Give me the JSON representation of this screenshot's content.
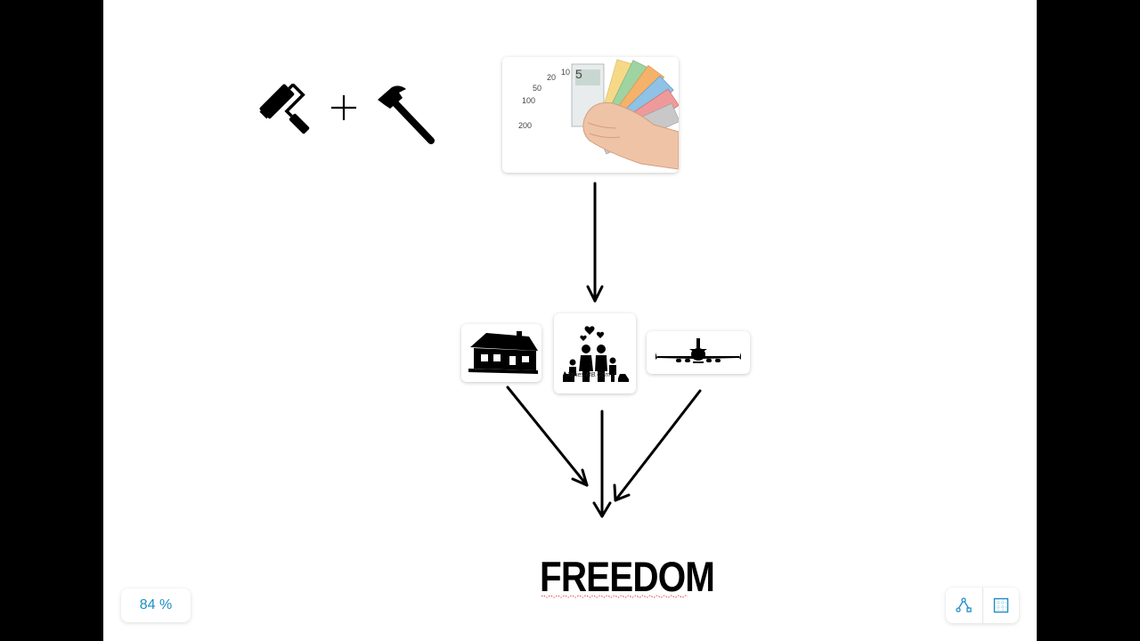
{
  "canvas": {
    "background": "#ffffff",
    "title": "FREEDOM"
  },
  "icons": {
    "tools": [
      "paint-roller-icon",
      "plus-icon",
      "hammer-icon"
    ],
    "money": "euro-banknotes-in-hand",
    "goals": [
      "house-icon",
      "family-icon",
      "airplane-icon"
    ]
  },
  "banknotes": [
    "200",
    "100",
    "50",
    "20",
    "10",
    "5"
  ],
  "family_watermark": "Josies MB.Com",
  "zoom": {
    "level": "84 %",
    "accent": "#1c8fc4"
  },
  "toolbar": {
    "buttons": [
      "shapes-icon",
      "frame-icon"
    ]
  }
}
